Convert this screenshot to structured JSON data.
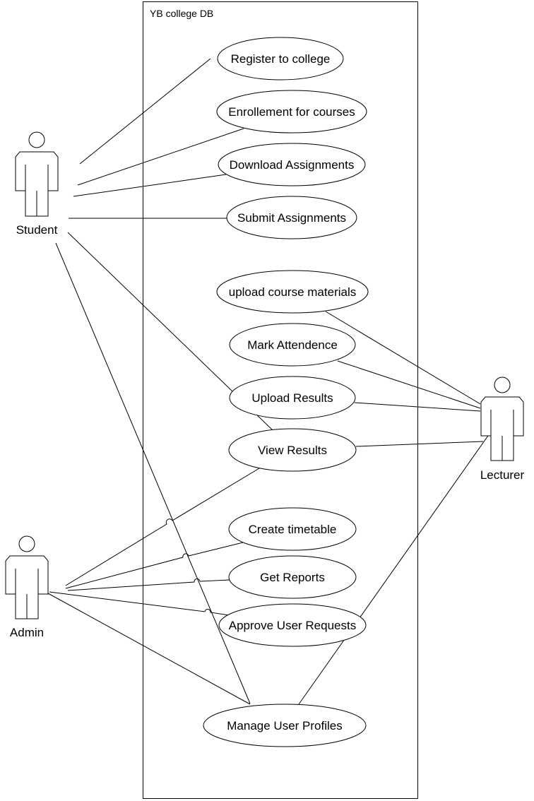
{
  "system": {
    "title": "YB college DB"
  },
  "actors": {
    "student": "Student",
    "lecturer": "Lecturer",
    "admin": "Admin"
  },
  "use_cases": {
    "register": "Register to college",
    "enrollment": "Enrollement for courses",
    "download": "Download Assignments",
    "submit": "Submit Assignments",
    "upload_materials": "upload course materials",
    "attendance": "Mark Attendence",
    "upload_results": "Upload Results",
    "view_results": "View Results",
    "timetable": "Create timetable",
    "reports": "Get Reports",
    "approve": "Approve User Requests",
    "manage": "Manage User Profiles"
  },
  "associations": [
    [
      "student",
      "register"
    ],
    [
      "student",
      "enrollment"
    ],
    [
      "student",
      "download"
    ],
    [
      "student",
      "submit"
    ],
    [
      "student",
      "view_results"
    ],
    [
      "student",
      "manage"
    ],
    [
      "lecturer",
      "upload_materials"
    ],
    [
      "lecturer",
      "attendance"
    ],
    [
      "lecturer",
      "upload_results"
    ],
    [
      "lecturer",
      "view_results"
    ],
    [
      "lecturer",
      "manage"
    ],
    [
      "admin",
      "view_results"
    ],
    [
      "admin",
      "timetable"
    ],
    [
      "admin",
      "reports"
    ],
    [
      "admin",
      "approve"
    ],
    [
      "admin",
      "manage"
    ]
  ]
}
